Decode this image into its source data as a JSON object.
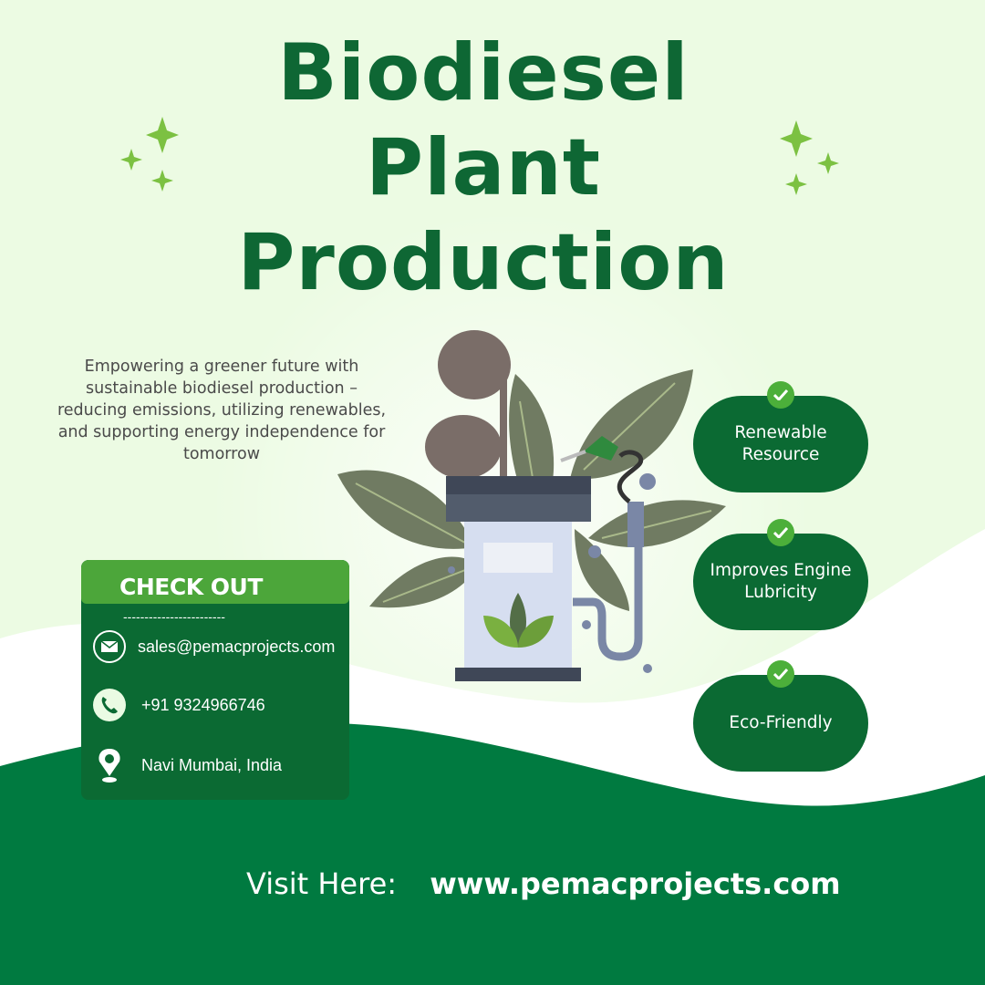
{
  "title": {
    "line1": "Biodiesel",
    "line2": "Plant",
    "line3": "Production"
  },
  "description": "Empowering a greener future with sustainable biodiesel production – reducing emissions, utilizing renewables, and supporting energy independence for tomorrow",
  "contact": {
    "heading": "CHECK OUT",
    "divider": "------------------------",
    "email": "sales@pemacprojects.com",
    "phone": "+91 9324966746",
    "location": "Navi Mumbai, India"
  },
  "features": [
    {
      "label": "Renewable Resource"
    },
    {
      "label": "Improves Engine Lubricity"
    },
    {
      "label": "Eco-Friendly"
    }
  ],
  "footer": {
    "visit_label": "Visit Here:",
    "url": "www.pemacprojects.com"
  },
  "colors": {
    "dark_green": "#0b6a33",
    "accent_green": "#4ca63a",
    "background": "#ecfbe3"
  }
}
